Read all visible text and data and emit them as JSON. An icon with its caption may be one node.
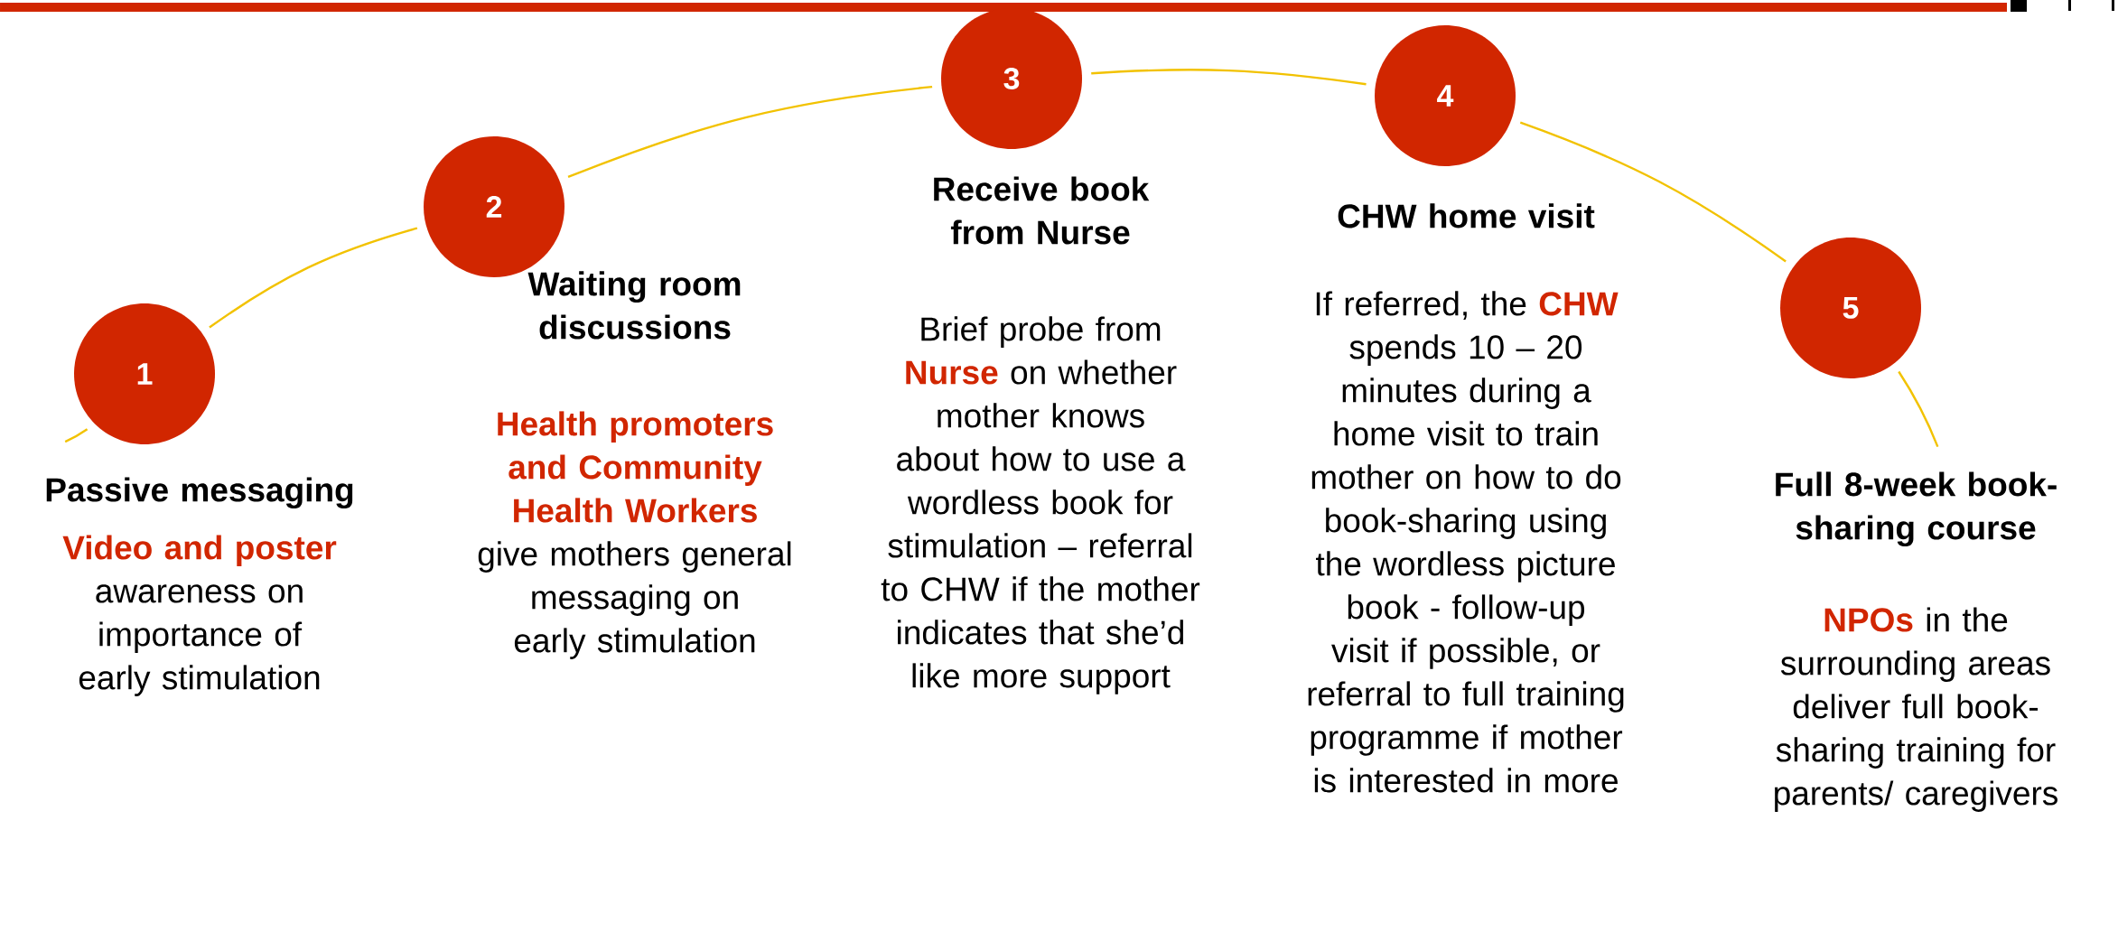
{
  "diagram": {
    "nodes": [
      {
        "text": [
          "1"
        ],
        "beside": [
          "Passive messaging",
          "**Video and poster** awareness on importance of early stimulation"
        ]
      },
      {
        "text": [
          "2"
        ],
        "beside": [
          "Waiting room discussions",
          "**Health promoters and Community Health Workers** give mothers general messaging on early stimulation"
        ]
      },
      {
        "text": [
          "3"
        ],
        "beside": [
          "Receive book from Nurse",
          "Brief probe from **Nurse** on whether mother knows about how to use a wordless book for stimulation – referral to CHW if the mother indicates that she’d like more support"
        ]
      },
      {
        "text": [
          "4"
        ],
        "beside": [
          "CHW home visit",
          "If referred, the **CHW** spends 10 – 20 minutes during a home visit to train mother on how to do book-sharing using the wordless picture book - follow-up visit if possible, or referral to full training programme if mother is interested in more"
        ]
      },
      {
        "text": [
          "5"
        ],
        "beside": [
          "Full 8-week book-sharing course",
          "**NPOs** in the surrounding areas deliver full book-sharing training for parents/ caregivers"
        ]
      }
    ],
    "edges": [
      {
        "from": null,
        "to": 0,
        "arrow": "none"
      },
      {
        "from": 0,
        "to": 1,
        "arrow": "none"
      },
      {
        "from": 1,
        "to": 2,
        "arrow": "none"
      },
      {
        "from": 2,
        "to": 3,
        "arrow": "none"
      },
      {
        "from": 3,
        "to": 4,
        "arrow": "none"
      },
      {
        "from": 4,
        "to": null,
        "arrow": "none"
      }
    ]
  }
}
